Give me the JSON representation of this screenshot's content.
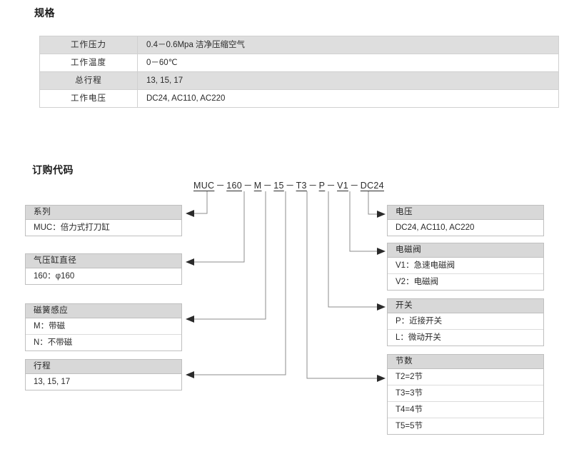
{
  "spec": {
    "heading": "规格",
    "rows": [
      {
        "label": "工作压力",
        "value": "0.4－0.6Mpa   洁净压缩空气"
      },
      {
        "label": "工作温度",
        "value": "0－60℃"
      },
      {
        "label": "总行程",
        "value": "13, 15, 17"
      },
      {
        "label": "工作电压",
        "value": "DC24, AC110, AC220"
      }
    ]
  },
  "order": {
    "heading": "订购代码",
    "code_segments": [
      "MUC",
      "160",
      "M",
      "15",
      "T3",
      "P",
      "V1",
      "DC24"
    ],
    "separator": "－",
    "code_string": "MUC－160－M－15－T3－P－V1－DC24",
    "left_boxes": [
      {
        "id": "series",
        "header": "系列",
        "rows": [
          "MUC：倍力式打刀缸"
        ]
      },
      {
        "id": "bore",
        "header": "气压缸直径",
        "rows": [
          "160：φ160"
        ]
      },
      {
        "id": "magnet",
        "header": "磁簧感应",
        "rows": [
          "M：带磁",
          "N：不带磁"
        ]
      },
      {
        "id": "stroke",
        "header": "行程",
        "rows": [
          "13, 15, 17"
        ]
      }
    ],
    "right_boxes": [
      {
        "id": "voltage",
        "header": "电压",
        "rows": [
          "DC24, AC110, AC220"
        ]
      },
      {
        "id": "solenoid",
        "header": "电磁阀",
        "rows": [
          "V1：急速电磁阀",
          "V2：电磁阀"
        ]
      },
      {
        "id": "switch",
        "header": "开关",
        "rows": [
          "P：近接开关",
          "L：微动开关"
        ]
      },
      {
        "id": "sections",
        "header": "节数",
        "rows": [
          "T2=2节",
          "T3=3节",
          "T4=4节",
          "T5=5节"
        ]
      }
    ]
  },
  "colors": {
    "header_fill": "#d8d8d8",
    "table_stripe": "#dedede",
    "border": "#bfbfbf",
    "text": "#2a2a2a",
    "wire": "#8c8c8c"
  }
}
